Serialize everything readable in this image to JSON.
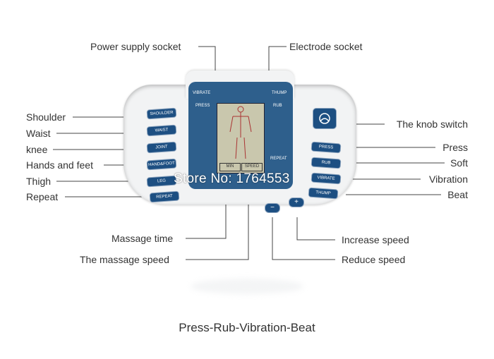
{
  "labels": {
    "power_supply_socket": "Power supply socket",
    "electrode_socket": "Electrode socket",
    "shoulder": "Shoulder",
    "waist": "Waist",
    "knee": "knee",
    "hands_and_feet": "Hands and feet",
    "thigh": "Thigh",
    "repeat": "Repeat",
    "knob_switch": "The knob switch",
    "press": "Press",
    "soft": "Soft",
    "vibration": "Vibration",
    "beat": "Beat",
    "massage_time": "Massage time",
    "massage_speed": "The massage speed",
    "increase_speed": "Increase speed",
    "reduce_speed": "Reduce speed"
  },
  "caption": "Press-Rub-Vibration-Beat",
  "watermark": "Store No: 1764553",
  "device": {
    "left_buttons": [
      "SHOULDER",
      "WAIST",
      "JOINT",
      "HAND&FOOT",
      "LEG",
      "REPEAT"
    ],
    "right_buttons": [
      "PRESS",
      "RUB",
      "VIBRATE",
      "THUMP"
    ],
    "screen_labels": {
      "vibrate": "VIBRATE",
      "press": "PRESS",
      "thump": "THUMP",
      "rub": "RUB",
      "repeat": "REPEAT",
      "min": "MIN",
      "speed": "SPEED"
    },
    "minus": "−",
    "plus": "+"
  },
  "colors": {
    "device_blue": "#1d4f82",
    "screen_frame": "#2e5f8c",
    "lcd": "#c9c7ad",
    "line": "#444444"
  }
}
